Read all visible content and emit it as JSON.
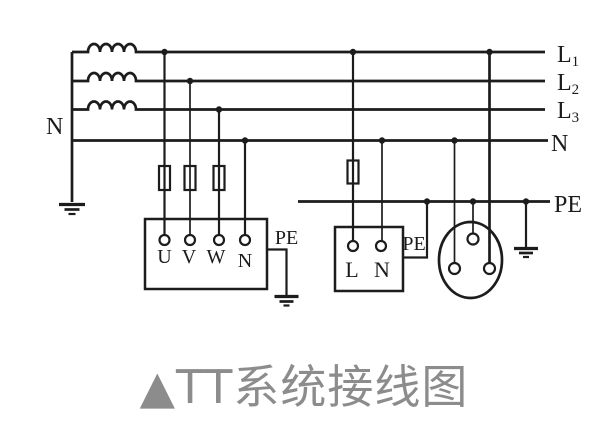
{
  "colors": {
    "wire": "#1c1c1c",
    "caption_gray": "#8c8c8c",
    "background": "#ffffff"
  },
  "source": {
    "neutral_label": "N"
  },
  "bus_labels": {
    "l1": {
      "base": "L",
      "sub": "1"
    },
    "l2": {
      "base": "L",
      "sub": "2"
    },
    "l3": {
      "base": "L",
      "sub": "3"
    },
    "n": "N",
    "pe": "PE"
  },
  "three_phase_outlet": {
    "terminal_u": "U",
    "terminal_v": "V",
    "terminal_w": "W",
    "terminal_n": "N",
    "pe_label": "PE"
  },
  "single_phase_outlet": {
    "terminal_l": "L",
    "terminal_n": "N",
    "pe_label": "PE"
  },
  "caption": "▲TT系统接线图"
}
